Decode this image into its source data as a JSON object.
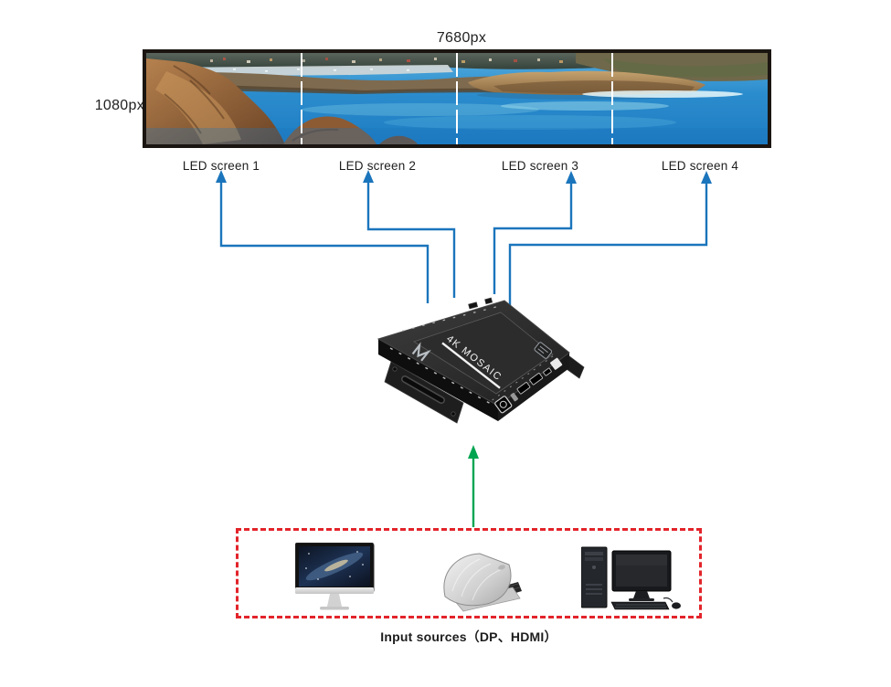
{
  "panorama": {
    "width_label": "7680px",
    "height_label": "1080px",
    "description": "panoramic coastal photo spanning four LED screens, split by white dashed dividers",
    "screens": [
      {
        "label": "LED screen 1"
      },
      {
        "label": "LED screen 2"
      },
      {
        "label": "LED screen 3"
      },
      {
        "label": "LED screen 4"
      }
    ]
  },
  "device": {
    "brand_text": "4K MOSAIC",
    "type": "video wall processor"
  },
  "arrows": {
    "outputs_color": "#1b75bc",
    "outputs_to": [
      "LED screen 1",
      "LED screen 2",
      "LED screen 3",
      "LED screen 4"
    ],
    "input_color": "#00a551",
    "input_from": "Input sources box to processor"
  },
  "input_sources": {
    "caption": "Input sources（DP、HDMI）",
    "box_border_color": "#e3242b",
    "items": [
      {
        "name": "imac-monitor"
      },
      {
        "name": "laptop"
      },
      {
        "name": "desktop-pc"
      }
    ]
  },
  "colors": {
    "background": "#ffffff",
    "panorama_frame": "#1b1511",
    "text": "#1d1d1d"
  }
}
